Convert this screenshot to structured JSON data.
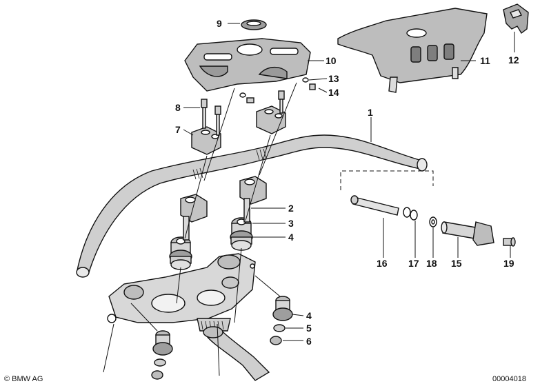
{
  "labels": {
    "p1": "1",
    "p2": "2",
    "p3": "3",
    "p4a": "4",
    "p4b": "4",
    "p5": "5",
    "p6": "6",
    "p7": "7",
    "p8": "8",
    "p9": "9",
    "p10": "10",
    "p11": "11",
    "p12": "12",
    "p13": "13",
    "p14": "14",
    "p15": "15",
    "p16": "16",
    "p17": "17",
    "p18": "18",
    "p19": "19"
  },
  "footer": {
    "copyright": "© BMW AG",
    "diagram_id": "00004018"
  }
}
